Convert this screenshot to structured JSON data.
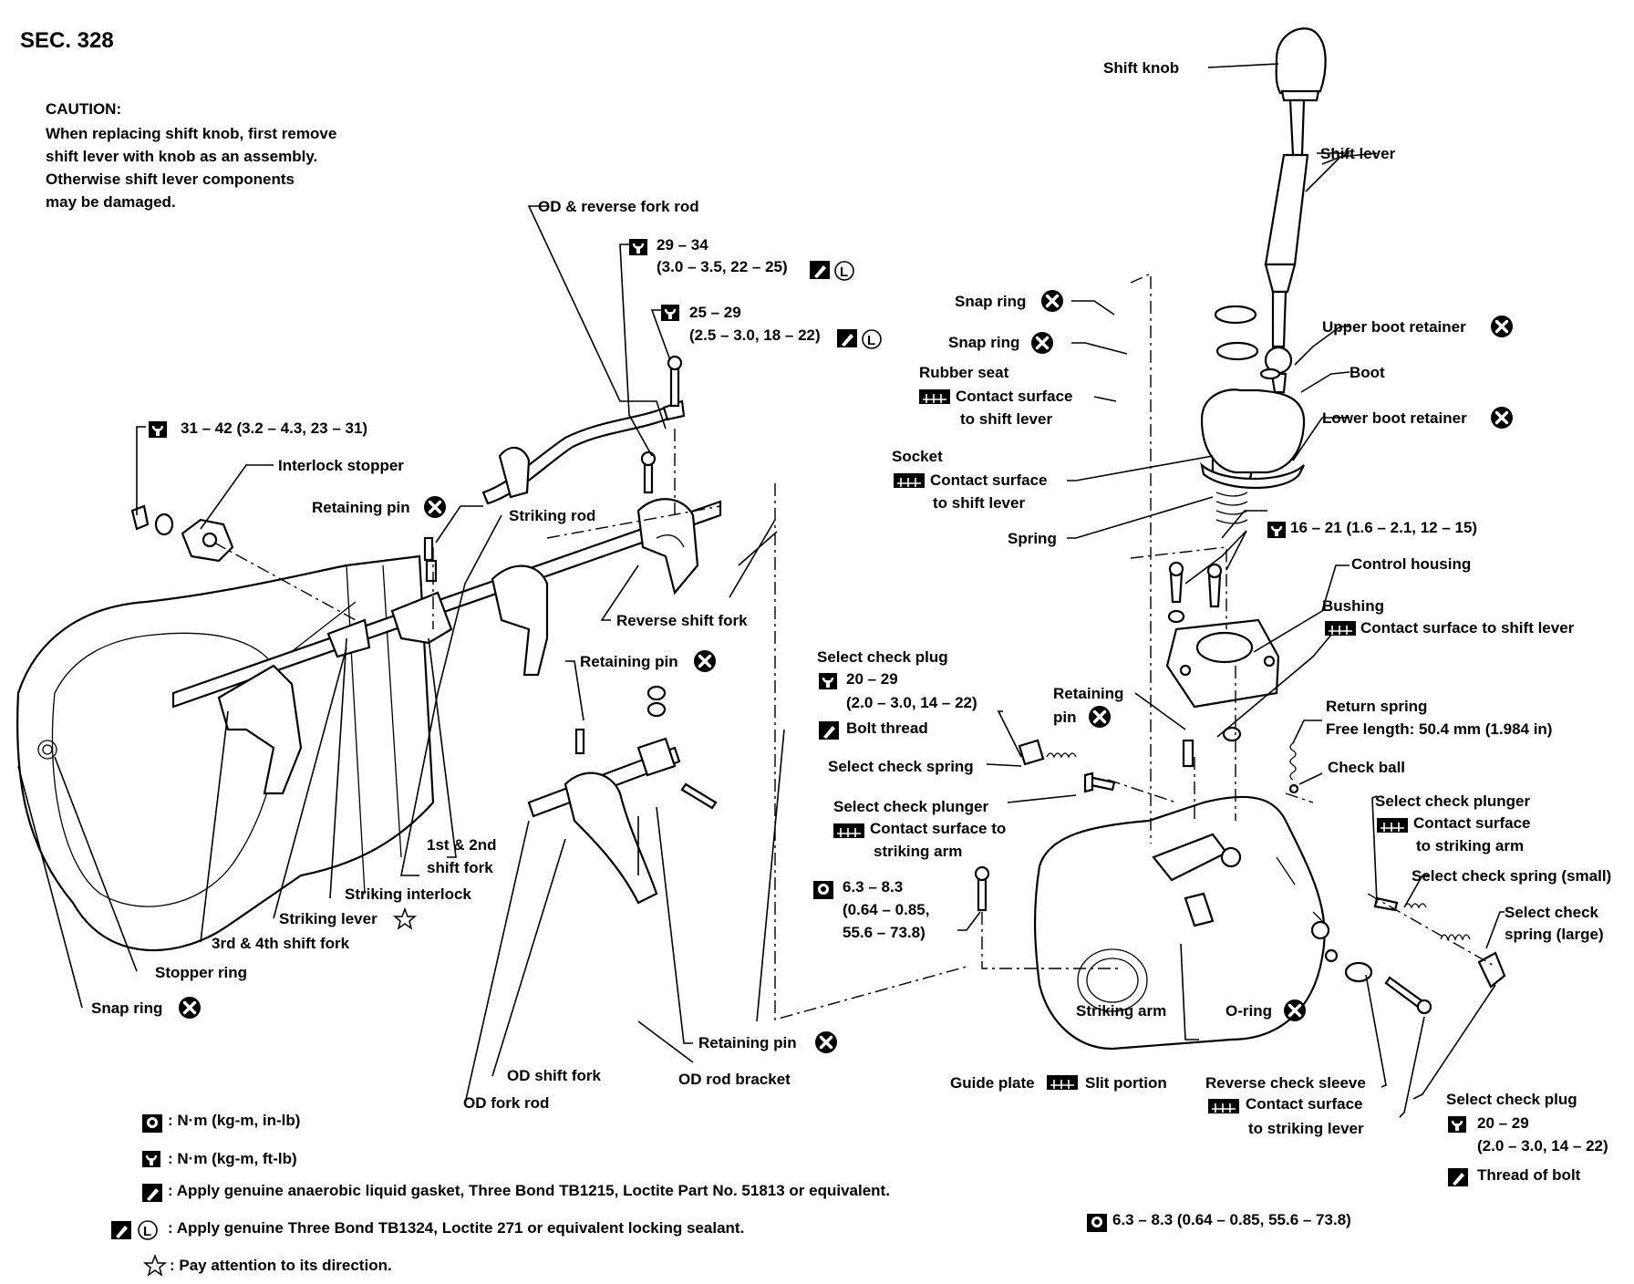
{
  "section": "SEC. 328",
  "caution": {
    "title": "CAUTION:",
    "lines": [
      "When replacing shift knob, first remove",
      "shift lever with knob as an assembly.",
      "Otherwise shift lever components",
      "may be damaged."
    ]
  },
  "labels": {
    "shift_knob": "Shift knob",
    "shift_lever": "Shift lever",
    "snap_ring_1": "Snap ring",
    "snap_ring_2": "Snap ring",
    "upper_boot_retainer": "Upper boot retainer",
    "rubber_seat": "Rubber seat",
    "contact_shift_lever_1": "Contact surface",
    "to_shift_lever_1": "to shift lever",
    "boot": "Boot",
    "lower_boot_retainer": "Lower boot retainer",
    "socket": "Socket",
    "contact_shift_lever_2": "Contact surface",
    "to_shift_lever_2": "to shift lever",
    "spring": "Spring",
    "torque_16_21": "16 – 21 (1.6 – 2.1, 12 – 15)",
    "control_housing": "Control housing",
    "bushing": "Bushing",
    "bushing_contact": "Contact surface to shift lever",
    "od_reverse_fork_rod": "OD & reverse fork rod",
    "torque_29_34_a": "29 – 34",
    "torque_29_34_b": "(3.0 – 3.5, 22 – 25)",
    "torque_25_29_a": "25 – 29",
    "torque_25_29_b": "(2.5 – 3.0, 18 – 22)",
    "torque_31_42": "31 – 42 (3.2 – 4.3, 23 – 31)",
    "interlock_stopper": "Interlock stopper",
    "retaining_pin_1": "Retaining pin",
    "striking_rod": "Striking rod",
    "reverse_shift_fork": "Reverse shift fork",
    "retaining_pin_2": "Retaining pin",
    "select_check_plug_1": "Select check plug",
    "torque_20_29_a": "20 – 29",
    "torque_20_29_b": "(2.0 – 3.0, 14 – 22)",
    "bolt_thread": "Bolt thread",
    "retaining_pin_3a": "Retaining",
    "retaining_pin_3b": "pin",
    "return_spring": "Return spring",
    "free_length": "Free length: 50.4 mm (1.984 in)",
    "select_check_spring": "Select check spring",
    "check_ball": "Check ball",
    "select_check_plunger_1": "Select check plunger",
    "contact_striking_arm_1a": "Contact surface to",
    "contact_striking_arm_1b": "striking arm",
    "select_check_plunger_2": "Select check plunger",
    "contact_striking_arm_2a": "Contact surface",
    "contact_striking_arm_2b": "to striking arm",
    "torque_63_83_a": "6.3 – 8.3",
    "torque_63_83_b": "(0.64 – 0.85,",
    "torque_63_83_c": "55.6 – 73.8)",
    "select_check_spring_small": "Select check spring (small)",
    "select_check_spring_large_a": "Select check",
    "select_check_spring_large_b": "spring (large)",
    "first_second_fork_a": "1st & 2nd",
    "first_second_fork_b": "shift fork",
    "striking_interlock": "Striking interlock",
    "striking_lever": "Striking lever",
    "third_fourth_fork": "3rd & 4th shift fork",
    "stopper_ring": "Stopper ring",
    "snap_ring_3": "Snap ring",
    "striking_arm": "Striking arm",
    "o_ring": "O-ring",
    "retaining_pin_4": "Retaining pin",
    "od_shift_fork": "OD shift fork",
    "od_rod_bracket": "OD rod bracket",
    "od_fork_rod": "OD fork rod",
    "guide_plate": "Guide plate",
    "slit_portion": "Slit portion",
    "reverse_check_sleeve": "Reverse check sleeve",
    "rcs_contact_a": "Contact surface",
    "rcs_contact_b": "to striking lever",
    "select_check_plug_2": "Select check plug",
    "torque_20_29_c": "20 – 29",
    "torque_20_29_d": "(2.0 – 3.0, 14 – 22)",
    "thread_of_bolt": "Thread of bolt",
    "torque_63_83_full": "6.3 – 8.3 (0.64 – 0.85, 55.6 – 73.8)"
  },
  "legend": [
    {
      "symbol": "torque-inlb-icon",
      "text": ": N·m (kg-m, in-lb)"
    },
    {
      "symbol": "torque-ftlb-icon",
      "text": ": N·m (kg-m, ft-lb)"
    },
    {
      "symbol": "liquid-gasket-icon",
      "text": ": Apply genuine anaerobic liquid gasket, Three Bond TB1215, Loctite Part No. 51813 or equivalent."
    },
    {
      "symbol": "locking-sealant-icon",
      "text": ": Apply genuine Three Bond TB1324, Loctite 271 or equivalent locking sealant."
    },
    {
      "symbol": "direction-star-icon",
      "text": ": Pay attention to its direction."
    }
  ]
}
